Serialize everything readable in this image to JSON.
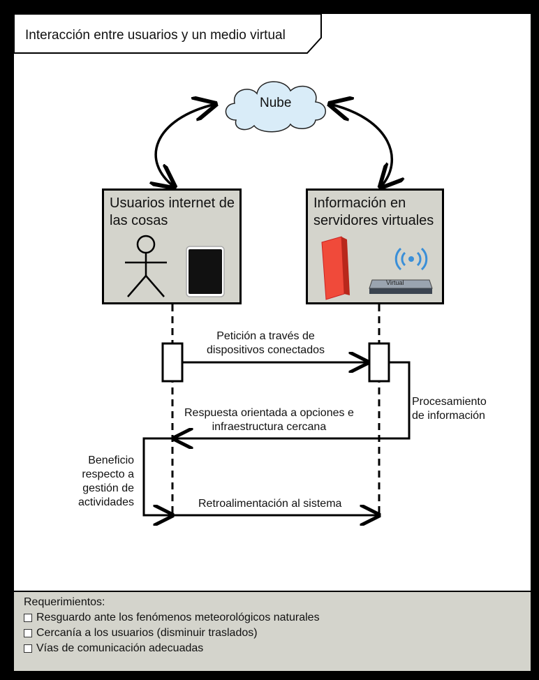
{
  "title": "Interacción entre usuarios y un medio virtual",
  "cloud_label": "Nube",
  "lanes": {
    "users": {
      "title_line1": "Usuarios internet de",
      "title_line2": "las cosas"
    },
    "servers": {
      "title_line1": "Información en",
      "title_line2": "servidores virtuales"
    }
  },
  "server_device_label": "Virtual",
  "messages": {
    "request_line1": "Petición a través de",
    "request_line2": "dispositivos conectados",
    "processing_line1": "Procesamiento",
    "processing_line2": "de información",
    "response_line1": "Respuesta orientada a opciones e",
    "response_line2": "infraestructura cercana",
    "benefit_line1": "Beneficio",
    "benefit_line2": "respecto a",
    "benefit_line3": "gestión de",
    "benefit_line4": "actividades",
    "feedback": "Retroalimentación al sistema"
  },
  "requirements": {
    "title": "Requerimientos:",
    "items": [
      "Resguardo ante los fenómenos meteorológicos naturales",
      "Cercanía a los usuarios (disminuir traslados)",
      "Vías de comunicación adecuadas"
    ]
  },
  "colors": {
    "lane_fill": "#d4d4cc",
    "cloud_fill": "#d9ecf8",
    "server_red": "#f04a3a",
    "wifi_blue": "#3a8fd8"
  },
  "icons": [
    "stick-figure-icon",
    "smartphone-icon",
    "server-icon",
    "wifi-icon",
    "network-switch-icon",
    "cloud-icon"
  ]
}
